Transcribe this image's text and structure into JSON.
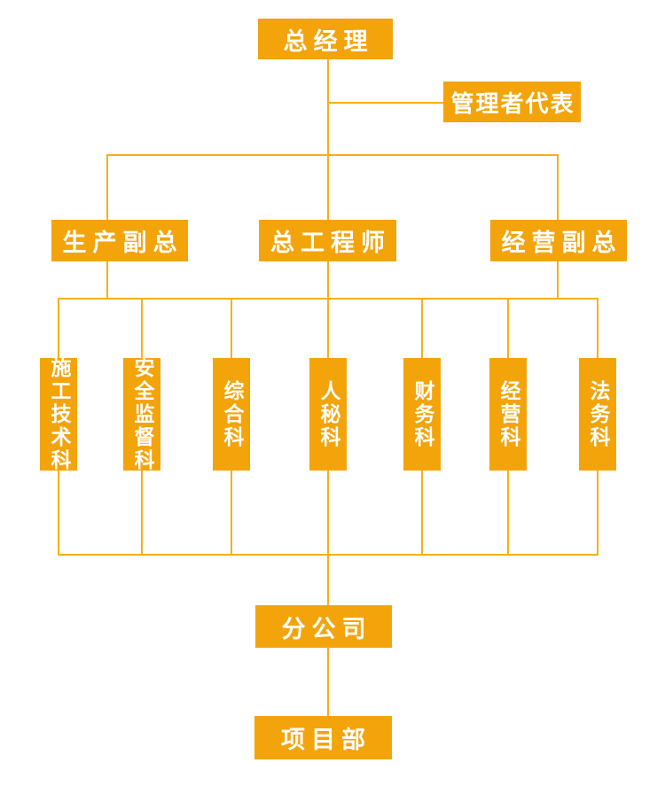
{
  "org": {
    "general_manager": "总经理",
    "management_rep": "管理者代表",
    "production_vp": "生产副总",
    "chief_engineer": "总工程师",
    "operations_vp": "经营副总",
    "departments": [
      "施工技术科",
      "安全监督科",
      "综合科",
      "人秘科",
      "财务科",
      "经营科",
      "法务科"
    ],
    "branch_company": "分公司",
    "project_dept": "项目部",
    "colors": {
      "box_fill": "#F3A40B",
      "connector_line": "#FBAE17",
      "text": "#FFFFFF",
      "background": "#FFFFFF"
    }
  }
}
